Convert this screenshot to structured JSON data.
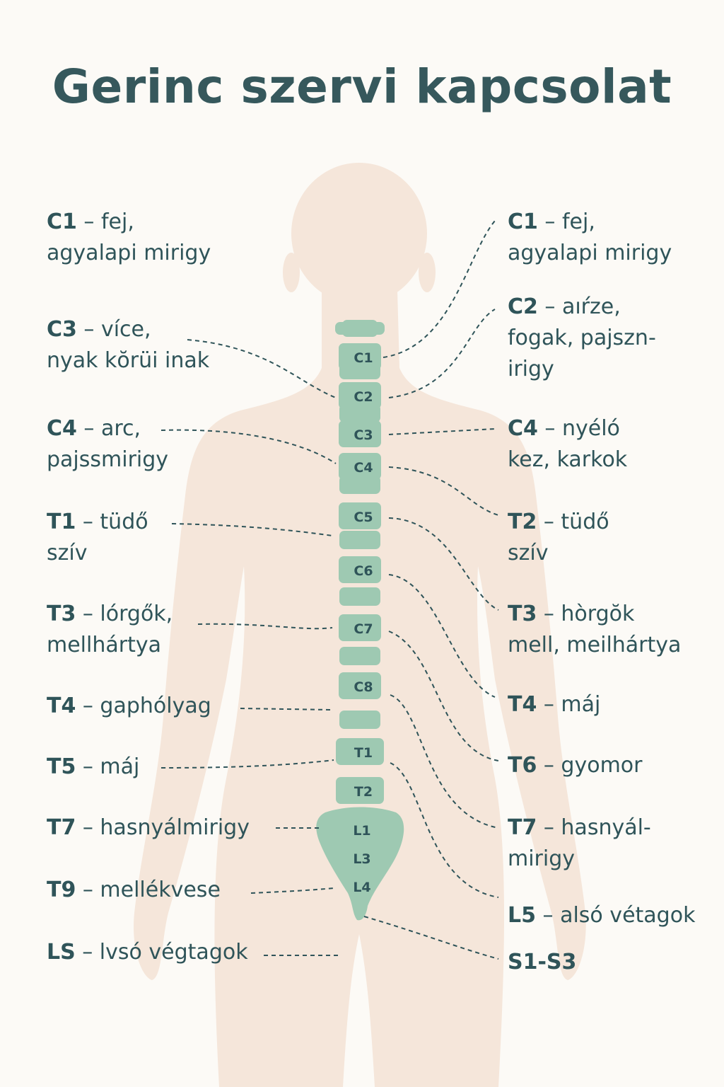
{
  "title": "Gerinc szervi kapcsolat",
  "colors": {
    "background": "#fcfaf6",
    "body": "#f5e6da",
    "spine": "#9ec9b2",
    "text": "#2f5459"
  },
  "vertebrae": [
    "C1",
    "C2",
    "C3",
    "C4",
    "C5",
    "C6",
    "C7",
    "C8",
    "T1",
    "T2"
  ],
  "sacrum_labels": [
    "L1",
    "L3",
    "L4"
  ],
  "left_labels": [
    {
      "code": "C1",
      "text": "– fej,",
      "line2": "agyalapi mirigy"
    },
    {
      "code": "C3",
      "text": "– více,",
      "line2": "nyak kŏrüi inak"
    },
    {
      "code": "C4",
      "text": "– arc,",
      "line2": "pajssmirigy"
    },
    {
      "code": "T1",
      "text": "– tüdő",
      "line2": "szív"
    },
    {
      "code": "T3",
      "text": "– lórgők,",
      "line2": "mellhártya"
    },
    {
      "code": "T4",
      "text": "– gaphólyag",
      "line2": ""
    },
    {
      "code": "T5",
      "text": "– máj",
      "line2": ""
    },
    {
      "code": "T7",
      "text": "– hasnyálmirigy",
      "line2": ""
    },
    {
      "code": "T9",
      "text": "– mellékvese",
      "line2": ""
    },
    {
      "code": "LS",
      "text": "– lvsó végtagok",
      "line2": ""
    }
  ],
  "right_labels": [
    {
      "code": "C1",
      "text": "– fej,",
      "line2": "agyalapi mirigy",
      "line3": ""
    },
    {
      "code": "C2",
      "text": "– aıŕze,",
      "line2": "fogak, pajszn-",
      "line3": "irigy"
    },
    {
      "code": "C4",
      "text": "– nyéló",
      "line2": "kez, karkok",
      "line3": ""
    },
    {
      "code": "T2",
      "text": "– tüdő",
      "line2": "szív",
      "line3": ""
    },
    {
      "code": "T3",
      "text": "– hòrgŏk",
      "line2": "mell, meilhártya",
      "line3": ""
    },
    {
      "code": "T4",
      "text": "– máj",
      "line2": "",
      "line3": ""
    },
    {
      "code": "T6",
      "text": "– gyomor",
      "line2": "",
      "line3": ""
    },
    {
      "code": "T7",
      "text": "– hasnyál-",
      "line2": "mirigy",
      "line3": ""
    },
    {
      "code": "L5",
      "text": "– alsó vétagok",
      "line2": "",
      "line3": ""
    },
    {
      "code": "S1-S3",
      "text": "",
      "line2": "",
      "line3": ""
    }
  ]
}
